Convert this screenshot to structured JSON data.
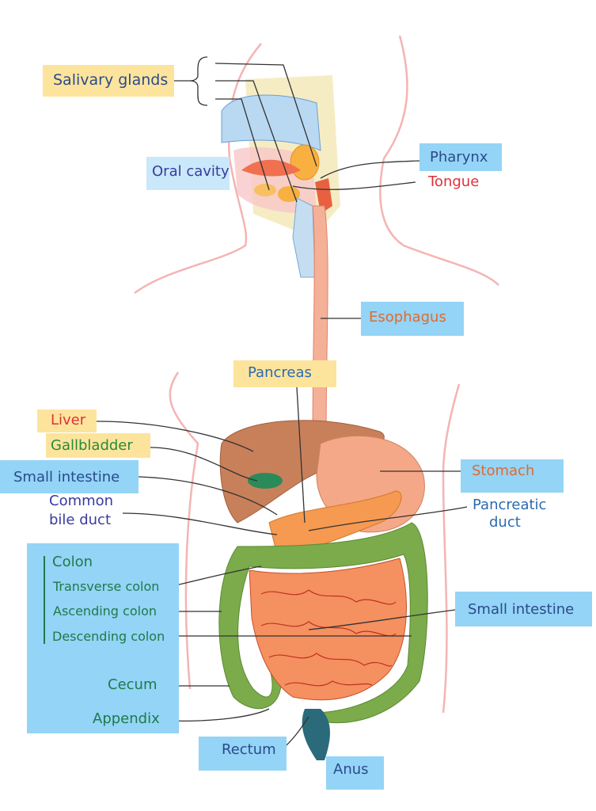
{
  "labels": {
    "salivary_glands": "Salivary glands",
    "oral_cavity": "Oral cavity",
    "pharynx": "Pharynx",
    "tongue": "Tongue",
    "esophagus": "Esophagus",
    "pancreas": "Pancreas",
    "liver": "Liver",
    "gallbladder": "Gallbladder",
    "small_intestine_left": "Small intestine",
    "common_bile_duct_1": "Common",
    "common_bile_duct_2": "bile duct",
    "stomach": "Stomach",
    "pancreatic_duct_1": "Pancreatic",
    "pancreatic_duct_2": "duct",
    "colon": "Colon",
    "transverse_colon": "Transverse colon",
    "ascending_colon": "Ascending colon",
    "descending_colon": "Descending colon",
    "cecum": "Cecum",
    "appendix": "Appendix",
    "small_intestine_right": "Small intestine",
    "rectum": "Rectum",
    "anus": "Anus"
  },
  "colors": {
    "label_yellow": "#fde49c",
    "label_blue": "#94d4f6",
    "text_navy": "#2b4a8c",
    "text_red": "#e0303a",
    "text_orange": "#e06a30",
    "text_green": "#1e7a4a",
    "text_blue": "#2a6ab0",
    "body_outline": "#f4b4b4"
  }
}
